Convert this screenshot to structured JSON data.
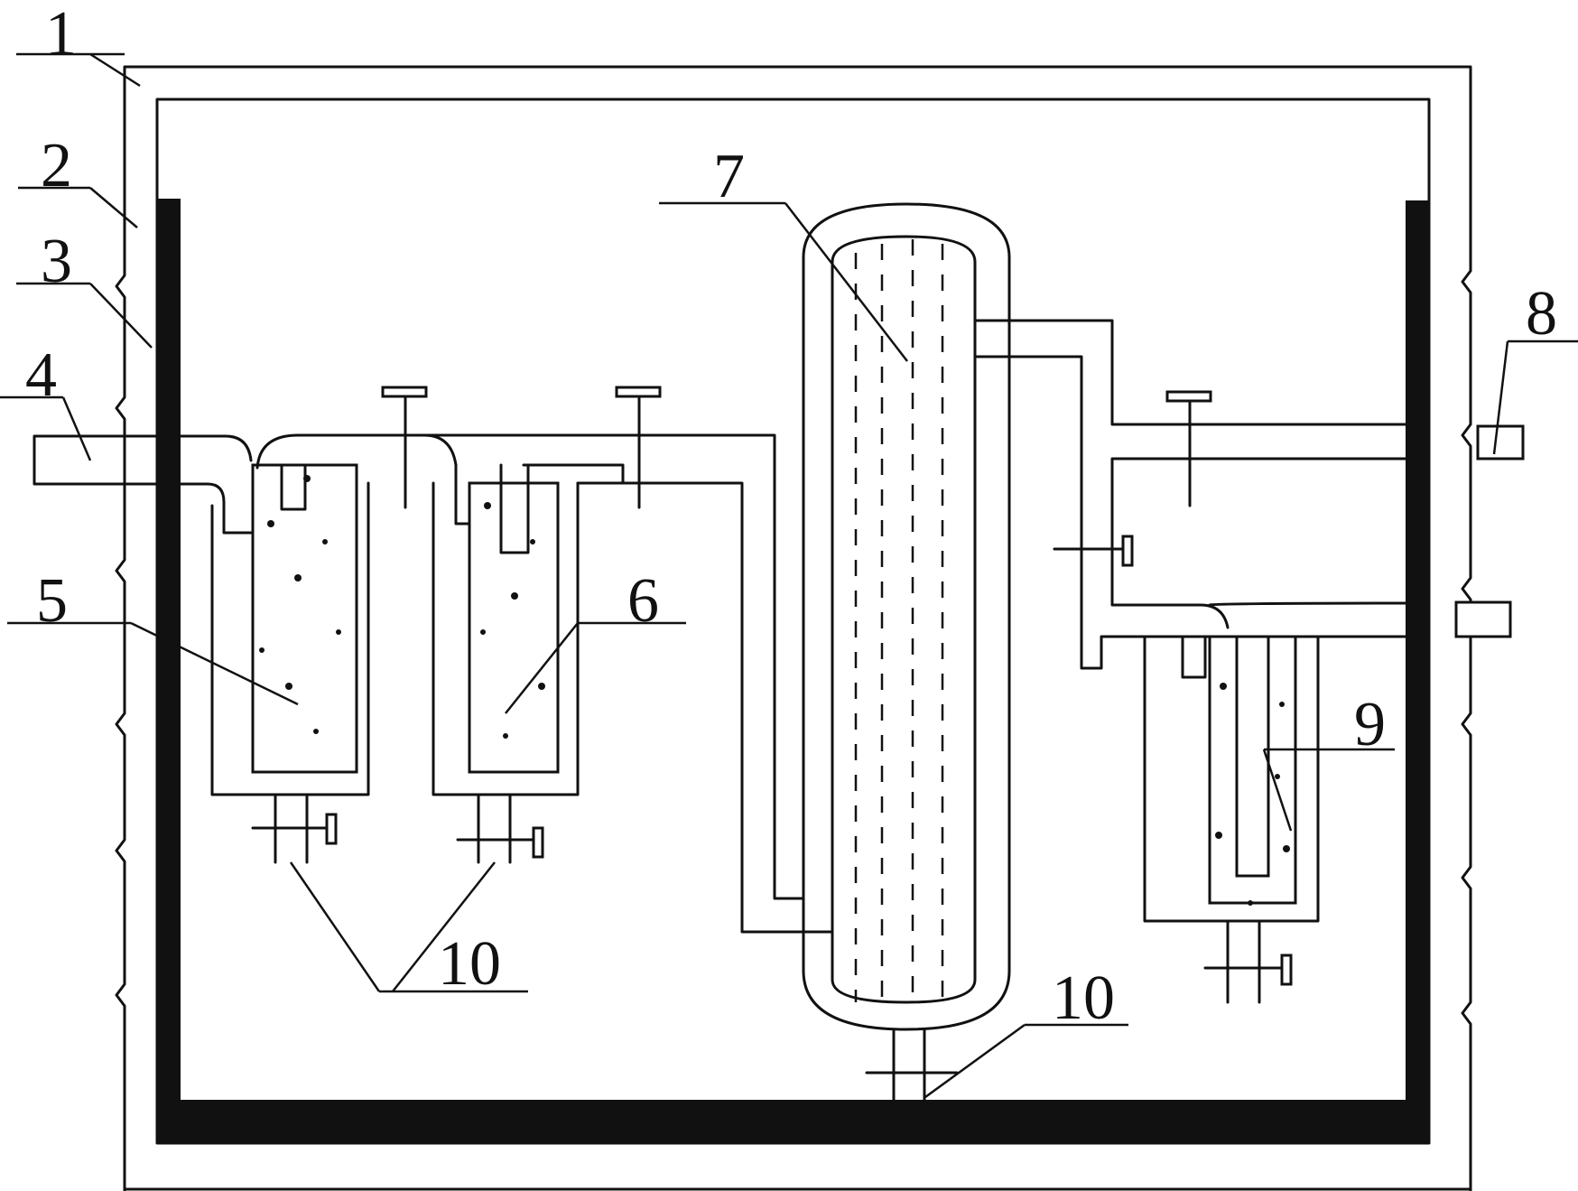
{
  "labels": {
    "l1": "1",
    "l2": "2",
    "l3": "3",
    "l4": "4",
    "l5": "5",
    "l6": "6",
    "l7": "7",
    "l8": "8",
    "l9": "9",
    "l10a": "10",
    "l10b": "10"
  },
  "colors": {
    "line": "#111111",
    "background": "#ffffff"
  }
}
